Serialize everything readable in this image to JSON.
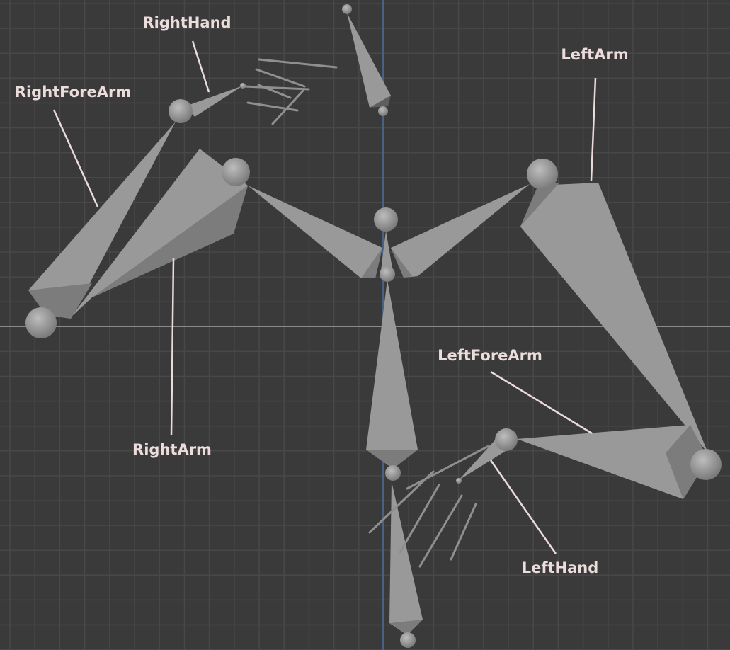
{
  "labels": {
    "right_hand": "RightHand",
    "right_fore_arm": "RightForeArm",
    "left_arm": "LeftArm",
    "right_arm": "RightArm",
    "left_fore_arm": "LeftForeArm",
    "left_hand": "LeftHand"
  },
  "colors": {
    "background": "#3a3a3a",
    "grid": "#484848",
    "axis_x": "#8a8a8a",
    "axis_y": "#4a6a9a",
    "bone": "#999999",
    "label": "#ecdcdc"
  }
}
